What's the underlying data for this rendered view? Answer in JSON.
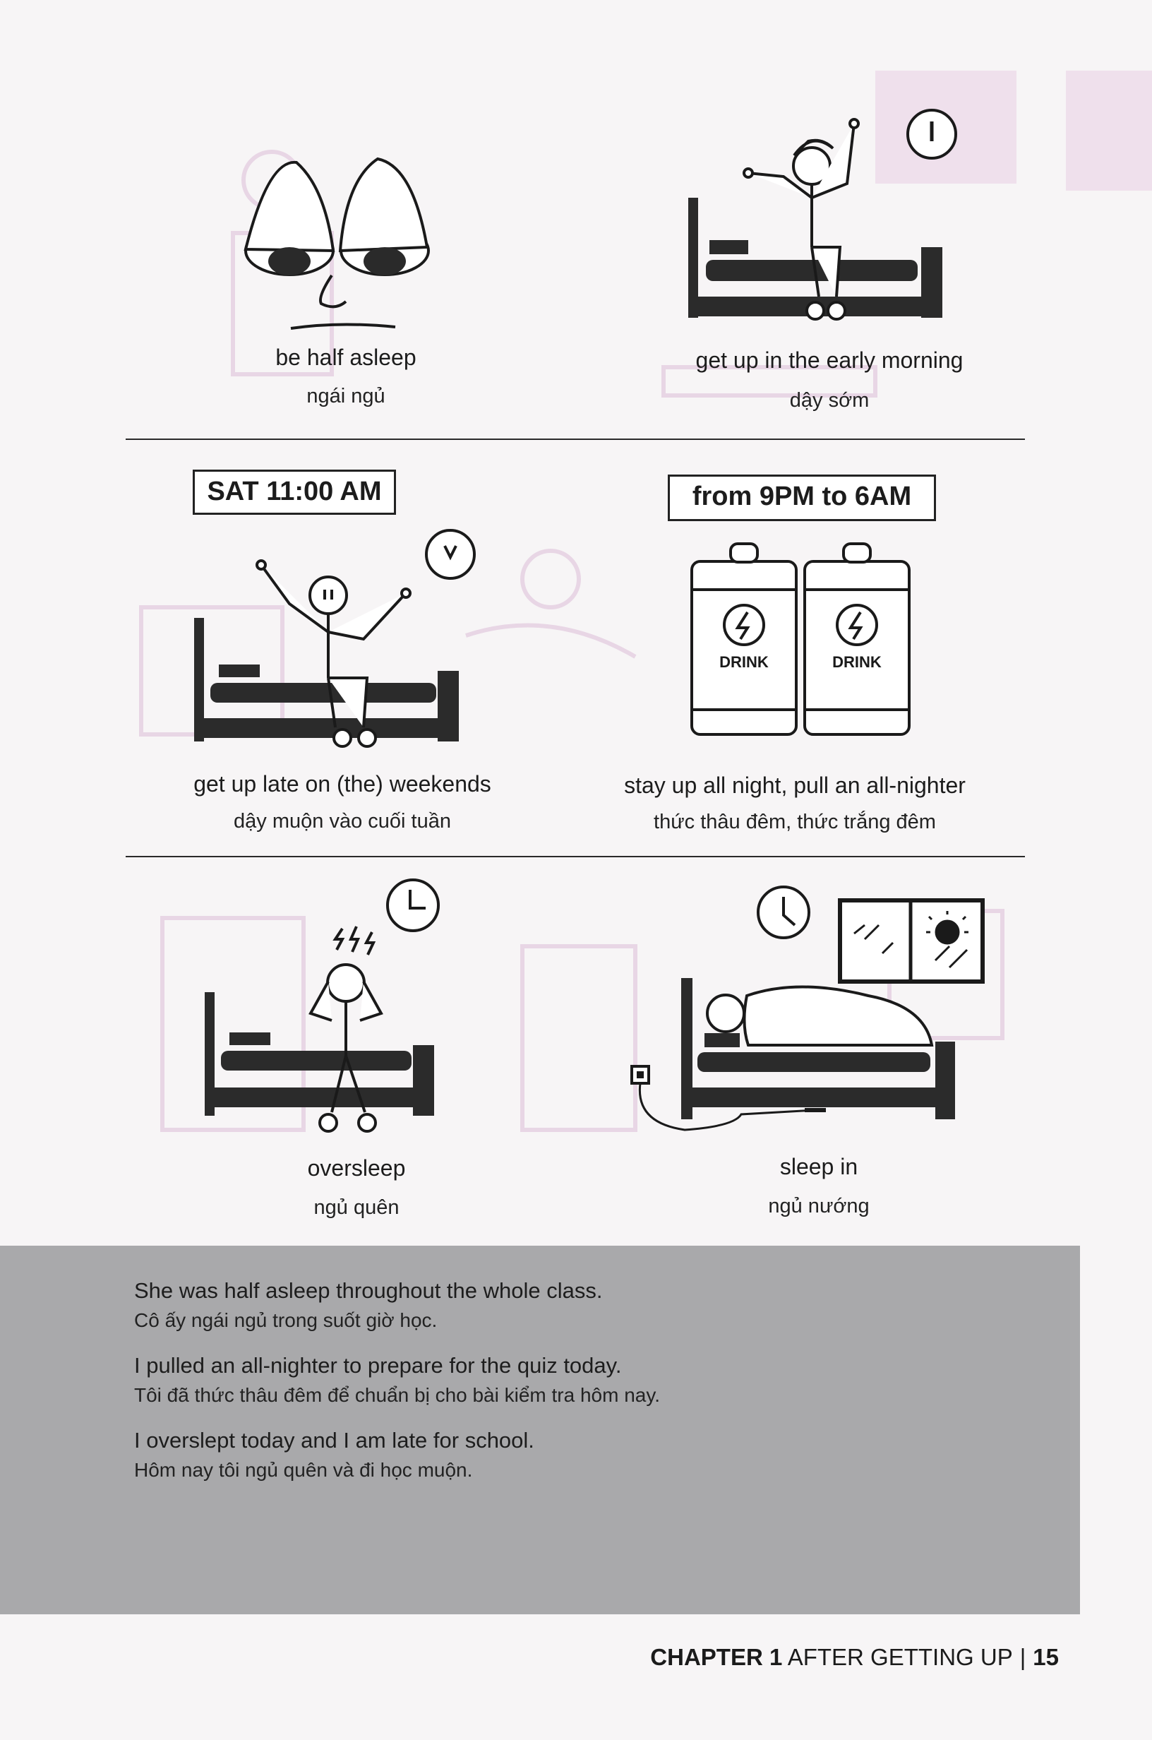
{
  "page": {
    "items": [
      {
        "en": "be half asleep",
        "vi": "ngái ngủ"
      },
      {
        "en": "get up in the early morning",
        "vi": "dậy sớm"
      },
      {
        "en": "get up late on (the) weekends",
        "vi": "dậy muộn vào cuối tuần",
        "tag": "SAT 11:00 AM"
      },
      {
        "en": "stay up all night, pull an all-nighter",
        "vi": "thức thâu đêm, thức trắng đêm",
        "tag": "from 9PM to 6AM",
        "can_text": "DRINK"
      },
      {
        "en": "oversleep",
        "vi": "ngủ quên"
      },
      {
        "en": "sleep in",
        "vi": "ngủ nướng"
      }
    ],
    "examples": [
      {
        "en": "She was half asleep throughout the whole class.",
        "vi": "Cô ấy ngái ngủ trong suốt giờ học."
      },
      {
        "en": "I pulled an all-nighter to prepare for the quiz today.",
        "vi": "Tôi đã thức thâu đêm để chuẩn bị cho bài kiểm tra hôm nay."
      },
      {
        "en": "I overslept today and I am late for school.",
        "vi": "Hôm nay tôi ngủ quên và đi học muộn."
      }
    ],
    "footer": {
      "chapter": "CHAPTER 1",
      "title": "AFTER GETTING UP",
      "separator": "|",
      "page_number": "15"
    },
    "colors": {
      "background": "#f7f5f6",
      "example_box": "#a9a9ab",
      "ink": "#1c1c1c",
      "ghost": "#e6d2e2"
    }
  }
}
